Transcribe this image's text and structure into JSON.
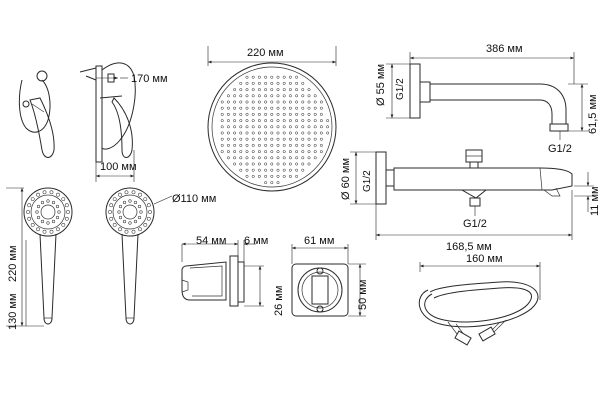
{
  "dimensions": {
    "mixer_height": "170 мм",
    "mixer_width": "100 мм",
    "head_diameter": "220 мм",
    "arm_length": "386 мм",
    "arm_flange": "Ø 55 мм",
    "arm_thread_top": "G1/2",
    "arm_drop": "61,5 мм",
    "arm_thread_end": "G1/2",
    "spout_flange": "Ø 60 мм",
    "spout_thread_side": "G1/2",
    "spout_thread_bottom": "G1/2",
    "spout_length": "168,5 мм",
    "spout_tip": "11 мм",
    "handshower_diameter": "Ø110 мм",
    "handshower_length": "220 мм",
    "handle_length": "130 мм",
    "holder_width": "54 мм",
    "holder_gap": "6 мм",
    "holder_depth": "26 мм",
    "wallplate_width": "61 мм",
    "wallplate_height": "50 мм",
    "hose_length": "160 мм"
  }
}
